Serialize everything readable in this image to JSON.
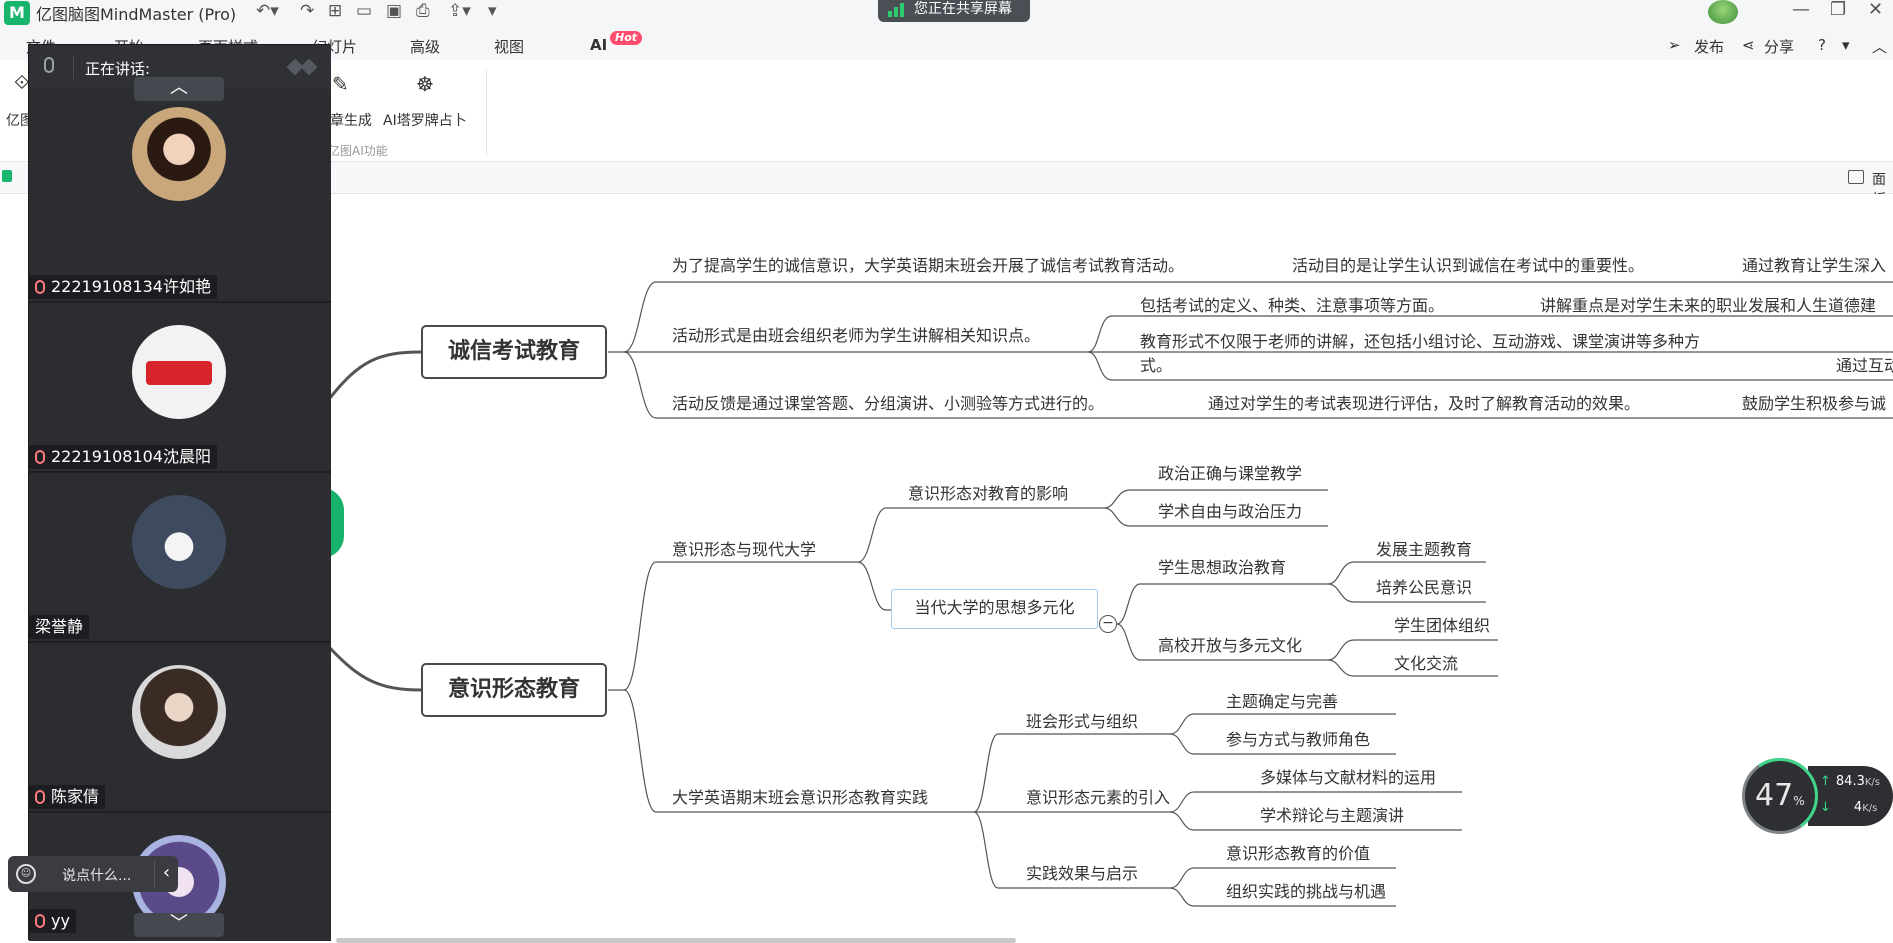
{
  "window": {
    "app_title": "亿图脑图MindMaster (Pro)",
    "screen_share_text": "您正在共享屏幕"
  },
  "menu": {
    "tabs": [
      "文件",
      "开始",
      "页面样式",
      "幻灯片",
      "高级",
      "视图",
      "AI"
    ],
    "hot_badge": "Hot",
    "publish": "发布",
    "share": "分享",
    "help": "?"
  },
  "ribbon": {
    "partial_left_label": "亿图",
    "article_gen": "章生成",
    "tarot": "AI塔罗牌占卜",
    "group_label": "亿图AI功能",
    "panel_button": "面板"
  },
  "mindmap": {
    "main_topics": [
      "诚信考试教育",
      "意识形态教育"
    ],
    "integrity": {
      "b1": "为了提高学生的诚信意识，大学英语期末班会开展了诚信考试教育活动。",
      "b1_c1": "活动目的是让学生认识到诚信在考试中的重要性。",
      "b1_c2": "通过教育让学生深入",
      "b2": "活动形式是由班会组织老师为学生讲解相关知识点。",
      "b2_c1": "包括考试的定义、种类、注意事项等方面。",
      "b2_c1_c1": "讲解重点是对学生未来的职业发展和人生道德建",
      "b2_c2_line1": "教育形式不仅限于老师的讲解，还包括小组讨论、互动游戏、课堂演讲等多种方",
      "b2_c2_line2": "式。",
      "b2_c2_c1": "通过互动",
      "b3": "活动反馈是通过课堂答题、分组演讲、小测验等方式进行的。",
      "b3_c1": "通过对学生的考试表现进行评估，及时了解教育活动的效果。",
      "b3_c2": "鼓励学生积极参与诚"
    },
    "ideology": {
      "b1": "意识形态与现代大学",
      "b1_c1": "意识形态对教育的影响",
      "b1_c1_c1": "政治正确与课堂教学",
      "b1_c1_c2": "学术自由与政治压力",
      "b1_c2": "当代大学的思想多元化",
      "b1_c2_c1": "学生思想政治教育",
      "b1_c2_c1_c1": "发展主题教育",
      "b1_c2_c1_c2": "培养公民意识",
      "b1_c2_c2": "高校开放与多元文化",
      "b1_c2_c2_c1": "学生团体组织",
      "b1_c2_c2_c2": "文化交流",
      "b2": "大学英语期末班会意识形态教育实践",
      "b2_c1": "班会形式与组织",
      "b2_c1_c1": "主题确定与完善",
      "b2_c1_c2": "参与方式与教师角色",
      "b2_c2": "意识形态元素的引入",
      "b2_c2_c1": "多媒体与文献材料的运用",
      "b2_c2_c2": "学术辩论与主题演讲",
      "b2_c3": "实践效果与启示",
      "b2_c3_c1": "意识形态教育的价值",
      "b2_c3_c2": "组织实践的挑战与机遇"
    },
    "collapse_symbol": "−"
  },
  "meeting": {
    "speaking_label": "正在讲话:",
    "participants": [
      "22219108134许如艳",
      "22219108104沈晨阳",
      "梁誉静",
      "陈家倩",
      "yy"
    ],
    "chat_placeholder": "说点什么..."
  },
  "network": {
    "percent": "47",
    "percent_unit": "%",
    "up": "84.3",
    "down": "4",
    "unit": "K/s"
  }
}
